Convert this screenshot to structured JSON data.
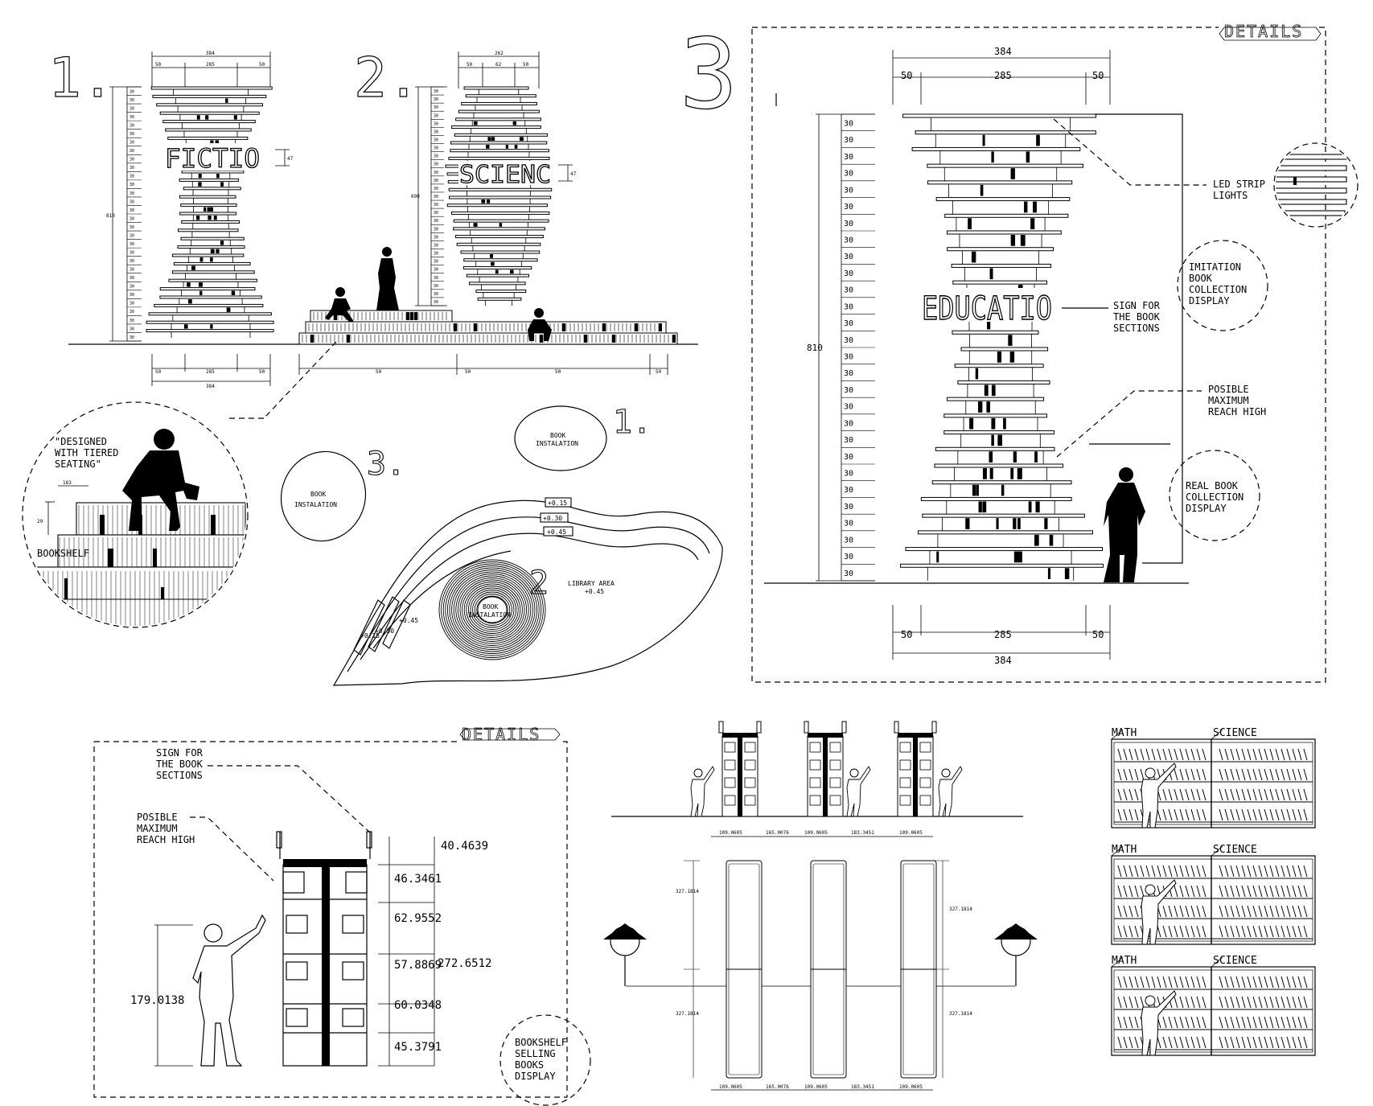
{
  "numbers": {
    "n1": "1.",
    "n2": "2.",
    "n3": "3",
    "plan_n1": "1.",
    "plan_n2": "2",
    "plan_n3": "3."
  },
  "signs": {
    "fiction": "FICTIO",
    "science": "SCIENC",
    "education": "EDUCATIO"
  },
  "details_label": "DETAILS",
  "tower1": {
    "top_total": "384",
    "top_left": "50",
    "top_mid": "285",
    "top_right": "50",
    "bot_left": "50",
    "bot_mid": "285",
    "bot_right": "50",
    "bot_total": "384",
    "height": "810",
    "step": "30",
    "sign_h": "47"
  },
  "tower2": {
    "top_total": "262",
    "top_left": "50",
    "top_mid": "62",
    "top_right": "50",
    "height": "690",
    "step": "30",
    "sign_h": "47"
  },
  "seating_dims": {
    "a": "50",
    "b": "50",
    "c": "50",
    "d": "50"
  },
  "detail_circle": {
    "quote_line1": "\"DESIGNED",
    "quote_line2": "WITH TIERED",
    "quote_line3": "SEATING\"",
    "bookshelf": "BOOKSHELF",
    "dim_w": "183",
    "dim_h": "29"
  },
  "plan": {
    "book_inst_1": [
      "BOOK",
      "INSTALATION"
    ],
    "book_inst_3": [
      "BOOK",
      "INSTALATION"
    ],
    "book_inst_2": [
      "BOOK",
      "INSTALATION"
    ],
    "library_area": [
      "LIBRARY AREA",
      "+0.45"
    ],
    "levels_top": [
      "+0.15",
      "+0.30",
      "+0.45"
    ],
    "levels_left": [
      "+0.15",
      "+0.30",
      "+0.45"
    ]
  },
  "detail3": {
    "top_total": "384",
    "top_left": "50",
    "top_mid": "285",
    "top_right": "50",
    "bot_left": "50",
    "bot_mid": "285",
    "bot_right": "50",
    "bot_total": "384",
    "height": "810",
    "step": "30",
    "led": [
      "LED STRIP",
      "LIGHTS"
    ],
    "imitation": [
      "IMITATION",
      "BOOK",
      "COLLECTION",
      "DISPLAY"
    ],
    "sign": [
      "SIGN FOR",
      "THE BOOK",
      "SECTIONS"
    ],
    "reach": [
      "POSIBLE",
      "MAXIMUM",
      "REACH HIGH"
    ],
    "real": [
      "REAL BOOK",
      "COLLECTION",
      "DISPLAY"
    ]
  },
  "shelf_detail": {
    "sign": [
      "SIGN FOR",
      "THE BOOK",
      "SECTIONS"
    ],
    "reach": [
      "POSIBLE",
      "MAXIMUM",
      "REACH HIGH"
    ],
    "dims": [
      "40.4639",
      "46.3461",
      "62.9552",
      "57.8869",
      "60.0348",
      "45.3791"
    ],
    "total": "272.6512",
    "person_h": "179.0138",
    "callout": [
      "BOOKSHELF",
      "SELLING",
      "BOOKS",
      "DISPLAY"
    ]
  },
  "shelf_plan": {
    "top_dims": [
      "109.0605",
      "165.0076",
      "109.0605",
      "183.3451",
      "109.0605"
    ],
    "bot_dims": [
      "109.0605",
      "165.0076",
      "109.0605",
      "183.3451",
      "109.0605"
    ],
    "side": "327.1814"
  },
  "shelf_labels": {
    "math": "MATH",
    "science": "SCIENCE"
  }
}
